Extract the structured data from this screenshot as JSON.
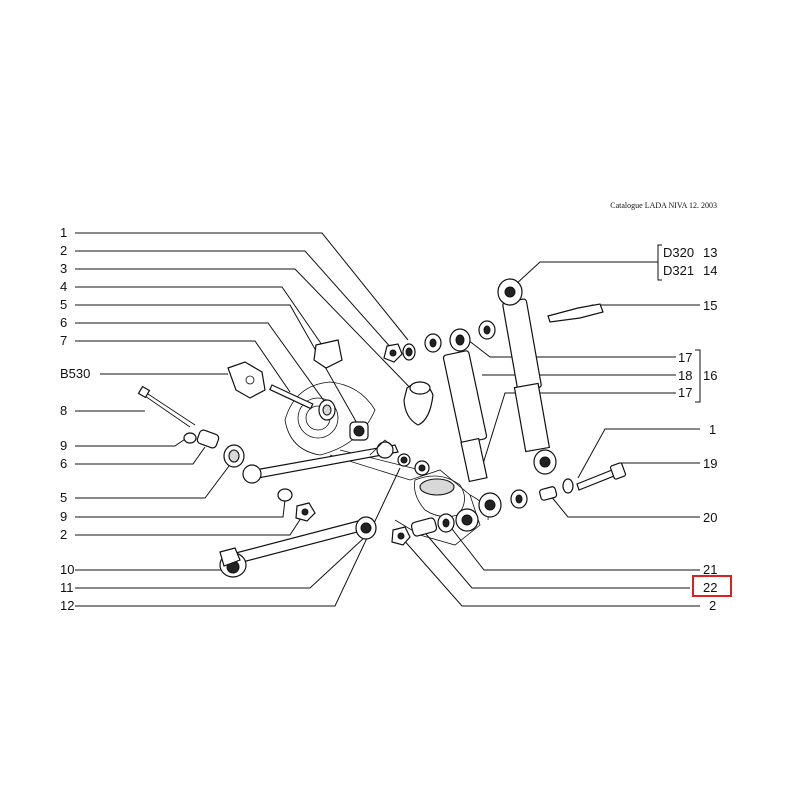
{
  "catalog_header": "Catalogue LADA NIVA 12. 2003",
  "left_labels": [
    "1",
    "2",
    "3",
    "4",
    "5",
    "6",
    "7",
    "B530",
    "8",
    "9",
    "6",
    "5",
    "9",
    "2",
    "10",
    "11",
    "12"
  ],
  "right_labels": {
    "d320": "D320",
    "n13": "13",
    "d321": "D321",
    "n14": "14",
    "n15": "15",
    "n17a": "17",
    "n18": "18",
    "n16": "16",
    "n17b": "17",
    "n1": "1",
    "n19": "19",
    "n20": "20",
    "n21": "21",
    "n22": "22",
    "n2": "2"
  },
  "highlight_color": "#e02020"
}
